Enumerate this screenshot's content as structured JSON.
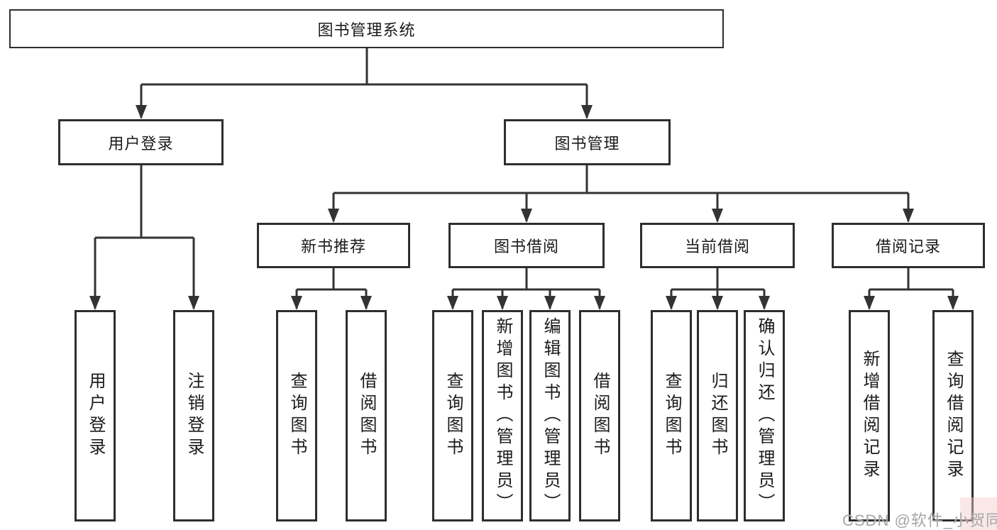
{
  "diagram": {
    "root": {
      "label": "图书管理系统"
    },
    "user_login": {
      "label": "用户登录",
      "leaves": [
        {
          "label": "用户登录"
        },
        {
          "label": "注销登录"
        }
      ]
    },
    "book_mgmt": {
      "label": "图书管理",
      "groups": [
        {
          "label": "新书推荐",
          "leaves": [
            {
              "label": "查询图书"
            },
            {
              "label": "借阅图书"
            }
          ]
        },
        {
          "label": "图书借阅",
          "leaves": [
            {
              "label": "查询图书"
            },
            {
              "label": "新增图书（管理员）"
            },
            {
              "label": "编辑图书（管理员）"
            },
            {
              "label": "借阅图书"
            }
          ]
        },
        {
          "label": "当前借阅",
          "leaves": [
            {
              "label": "查询图书"
            },
            {
              "label": "归还图书"
            },
            {
              "label": "确认归还（管理员）"
            }
          ]
        },
        {
          "label": "借阅记录",
          "leaves": [
            {
              "label": "新增借阅记录"
            },
            {
              "label": "查询借阅记录"
            }
          ]
        }
      ]
    }
  },
  "watermark": {
    "text": "CSDN @软件_小贺同学"
  },
  "colors": {
    "line": "#333333",
    "border": "#2e2e2e",
    "text": "#1b1b1b",
    "watermark": "#a6a6a6",
    "background": "#ffffff"
  }
}
